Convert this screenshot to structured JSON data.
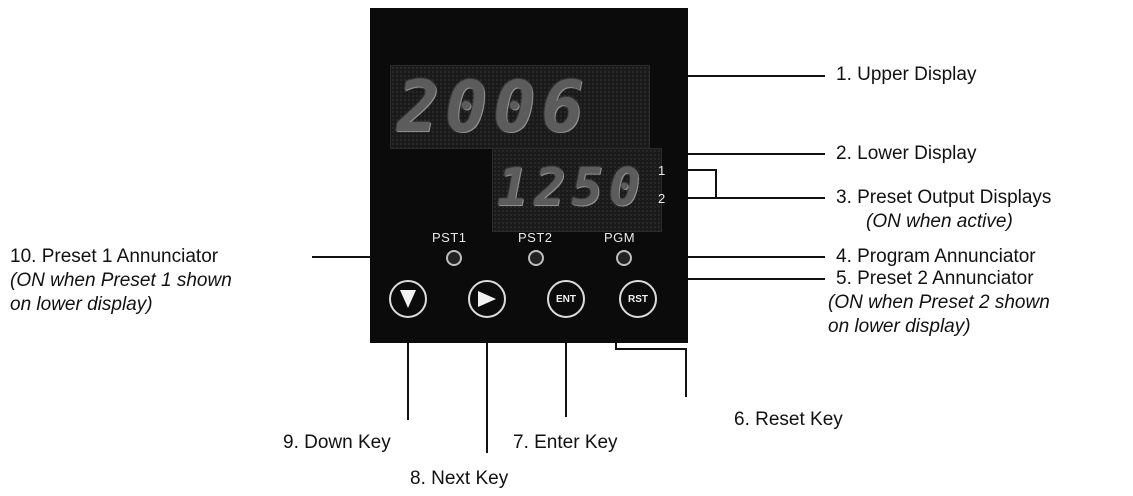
{
  "panel": {
    "upper_display": "2006",
    "lower_display": "1250",
    "output_indicators": [
      "1",
      "2"
    ],
    "annunciators": [
      "PST1",
      "PST2",
      "PGM"
    ],
    "keys": {
      "down": "down-arrow",
      "next": "right-arrow",
      "enter": "ENT",
      "reset": "RST"
    }
  },
  "callouts": {
    "c1": {
      "text": "1. Upper Display"
    },
    "c2": {
      "text": "2. Lower Display"
    },
    "c3": {
      "text": "3. Preset Output Displays",
      "note": "(ON when active)"
    },
    "c4": {
      "text": "4. Program Annunciator"
    },
    "c5": {
      "text": "5. Preset 2 Annunciator",
      "note1": "(ON when Preset 2 shown",
      "note2": "on lower display)"
    },
    "c6": {
      "text": "6. Reset Key"
    },
    "c7": {
      "text": "7. Enter Key"
    },
    "c8": {
      "text": "8. Next Key"
    },
    "c9": {
      "text": "9. Down Key"
    },
    "c10": {
      "text": "10. Preset 1 Annunciator",
      "note1": "(ON when Preset 1 shown",
      "note2": "on lower display)"
    }
  },
  "colors": {
    "panel": "#0b0b0b",
    "label_text": "#111111",
    "panel_text": "#e8e8e8"
  }
}
